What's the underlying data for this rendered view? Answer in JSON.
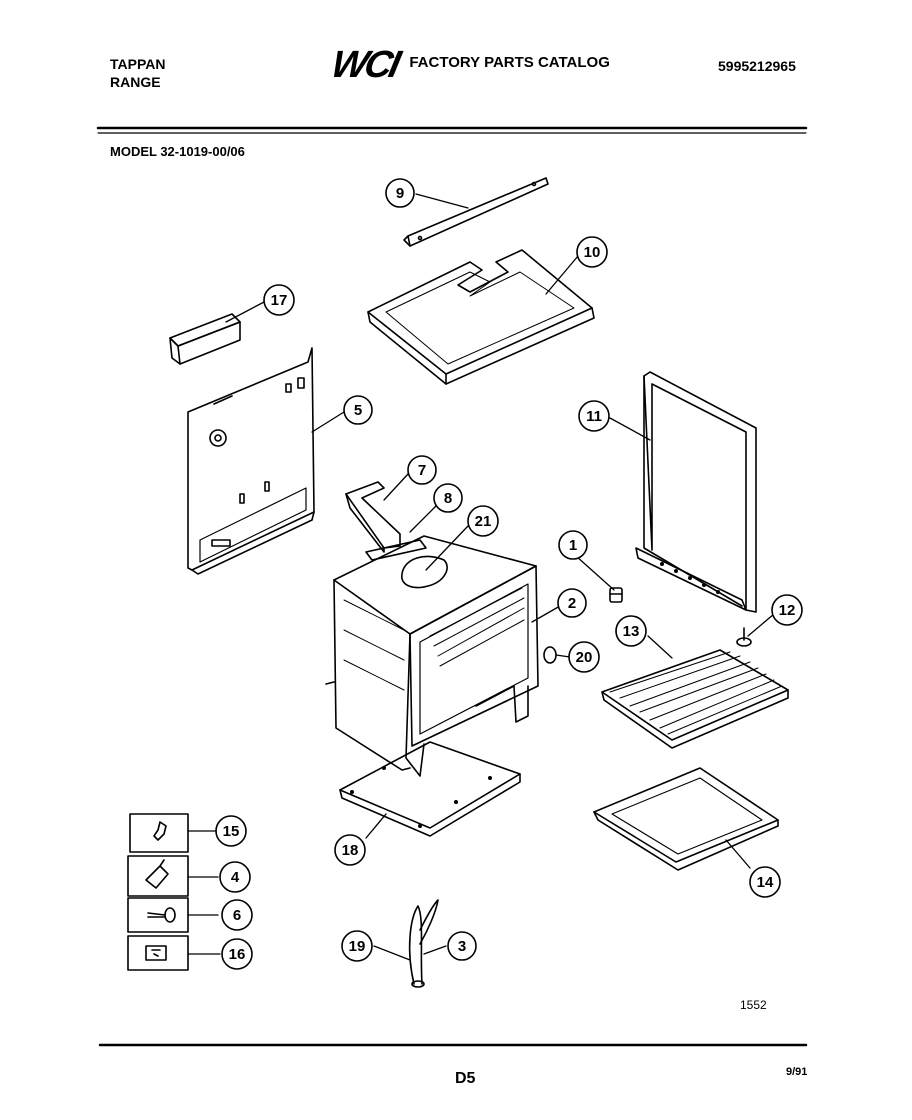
{
  "header": {
    "brand_line1": "TAPPAN",
    "brand_line2": "RANGE",
    "logo_text": "WCI",
    "catalog_title": "FACTORY PARTS CATALOG",
    "part_number": "5995212965"
  },
  "model": "MODEL 32-1019-00/06",
  "diagram_code": "1552",
  "footer": {
    "page_code": "D5",
    "date": "9/91"
  },
  "callouts": [
    "9",
    "10",
    "17",
    "5",
    "11",
    "7",
    "8",
    "21",
    "1",
    "2",
    "12",
    "13",
    "20",
    "15",
    "4",
    "6",
    "16",
    "18",
    "14",
    "19",
    "3"
  ]
}
